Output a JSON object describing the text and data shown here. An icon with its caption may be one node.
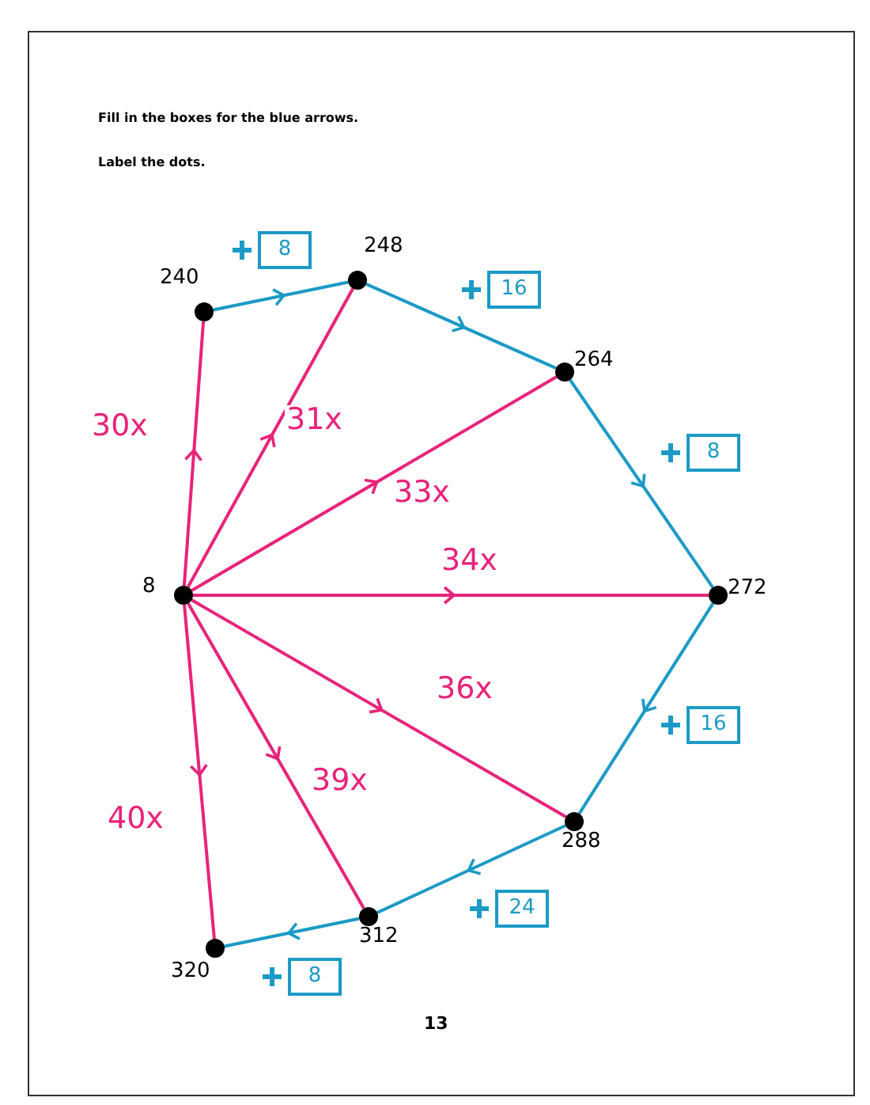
{
  "diagram": {
    "nodes": [
      {
        "text": [],
        "shape": "circle",
        "beside": [
          "8"
        ]
      },
      {
        "text": [],
        "shape": "circle",
        "beside": [
          "240"
        ]
      },
      {
        "text": [],
        "shape": "circle",
        "beside": [
          "248"
        ]
      },
      {
        "text": [],
        "shape": "circle",
        "beside": [
          "264"
        ]
      },
      {
        "text": [],
        "shape": "circle",
        "beside": [
          "272"
        ]
      },
      {
        "text": [],
        "shape": "circle",
        "beside": [
          "288"
        ]
      },
      {
        "text": [],
        "shape": "circle",
        "beside": [
          "312"
        ]
      },
      {
        "text": [],
        "shape": "circle",
        "beside": [
          "320"
        ]
      }
    ],
    "edges": [
      {
        "from": 0,
        "to": 1,
        "arrow": "to",
        "label": "30x"
      },
      {
        "from": 0,
        "to": 2,
        "arrow": "to",
        "label": "31x"
      },
      {
        "from": 0,
        "to": 3,
        "arrow": "to",
        "label": "33x"
      },
      {
        "from": 0,
        "to": 4,
        "arrow": "to",
        "label": "34x"
      },
      {
        "from": 0,
        "to": 5,
        "arrow": "to",
        "label": "36x"
      },
      {
        "from": 0,
        "to": 6,
        "arrow": "to",
        "label": "39x"
      },
      {
        "from": 0,
        "to": 7,
        "arrow": "to",
        "label": "40x"
      },
      {
        "from": 1,
        "to": 2,
        "arrow": "to",
        "label": "8",
        "color": "#1b9ac6"
      },
      {
        "from": 2,
        "to": 3,
        "arrow": "to",
        "label": "16",
        "color": "#1b9ac6"
      },
      {
        "from": 3,
        "to": 4,
        "arrow": "to",
        "label": "8",
        "color": "#1b9ac6"
      },
      {
        "from": 4,
        "to": 5,
        "arrow": "to",
        "label": "16",
        "color": "#1b9ac6"
      },
      {
        "from": 5,
        "to": 6,
        "arrow": "to",
        "label": "24",
        "color": "#1b9ac6"
      },
      {
        "from": 6,
        "to": 7,
        "arrow": "to",
        "label": "8",
        "color": "#1b9ac6"
      }
    ],
    "labels": [
      "Fill in the boxes for the blue arrows.",
      "Label the dots.",
      "13"
    ]
  }
}
